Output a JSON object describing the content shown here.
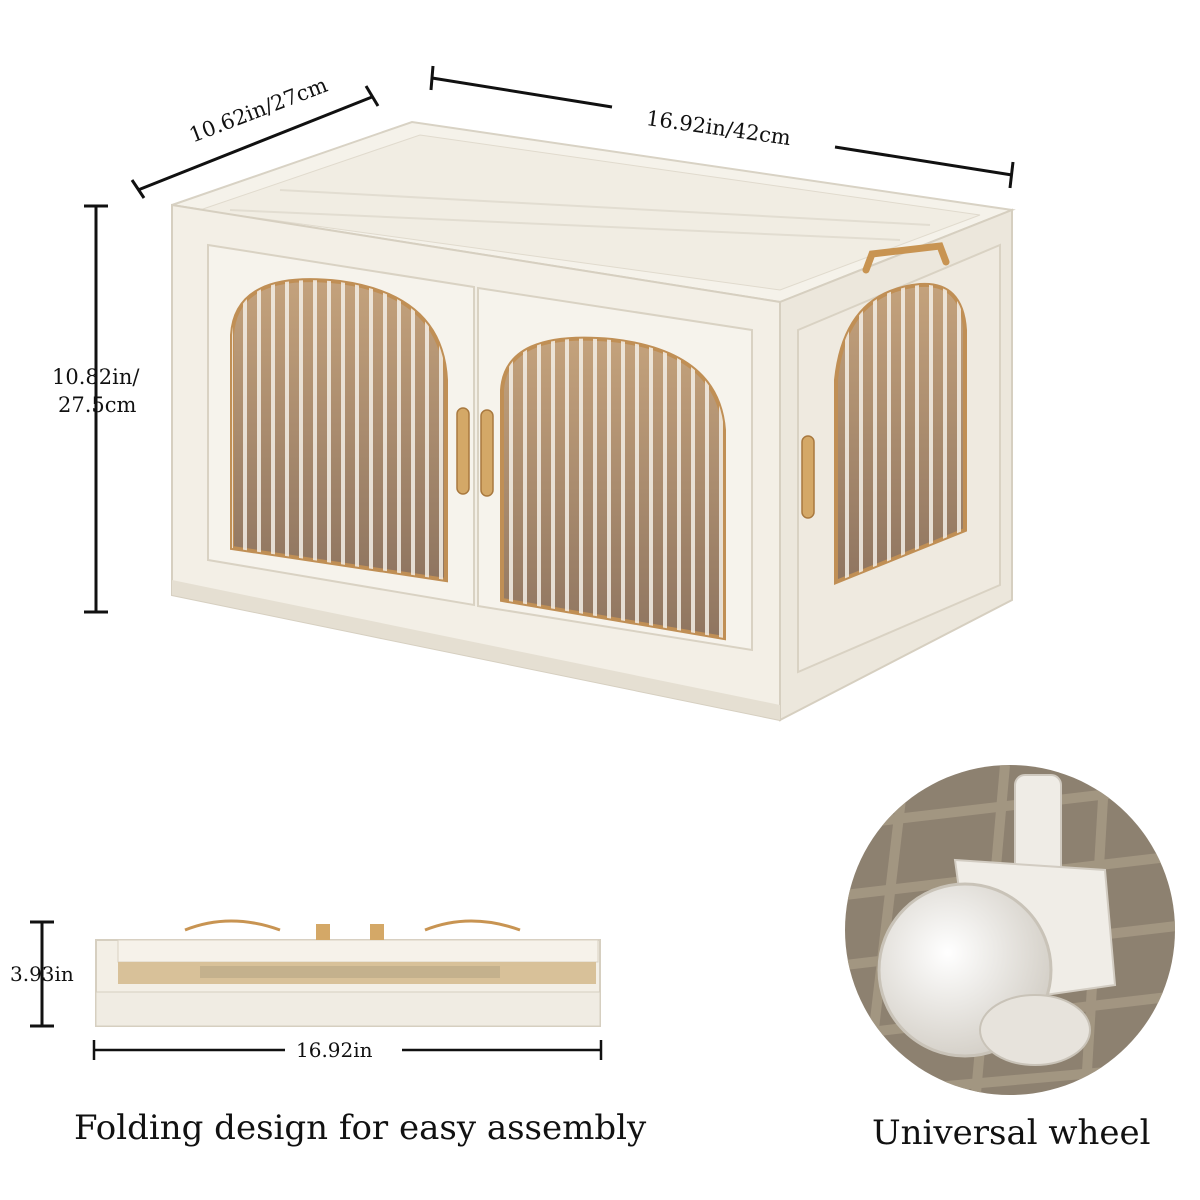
{
  "dimensions": {
    "depth": "10.62in/27cm",
    "width": "16.92in/42cm",
    "height_line1": "10.82in/",
    "height_line2": "27.5cm",
    "folded_height": "3.93in",
    "folded_width": "16.92in"
  },
  "captions": {
    "folding": "Folding design for easy assembly",
    "wheel": "Universal wheel"
  },
  "colors": {
    "cabinet_white": "#f3efe6",
    "panel_amber": "#c9a57a",
    "handle_gold": "#d4a867",
    "wheel_bg": "#8d8170"
  }
}
